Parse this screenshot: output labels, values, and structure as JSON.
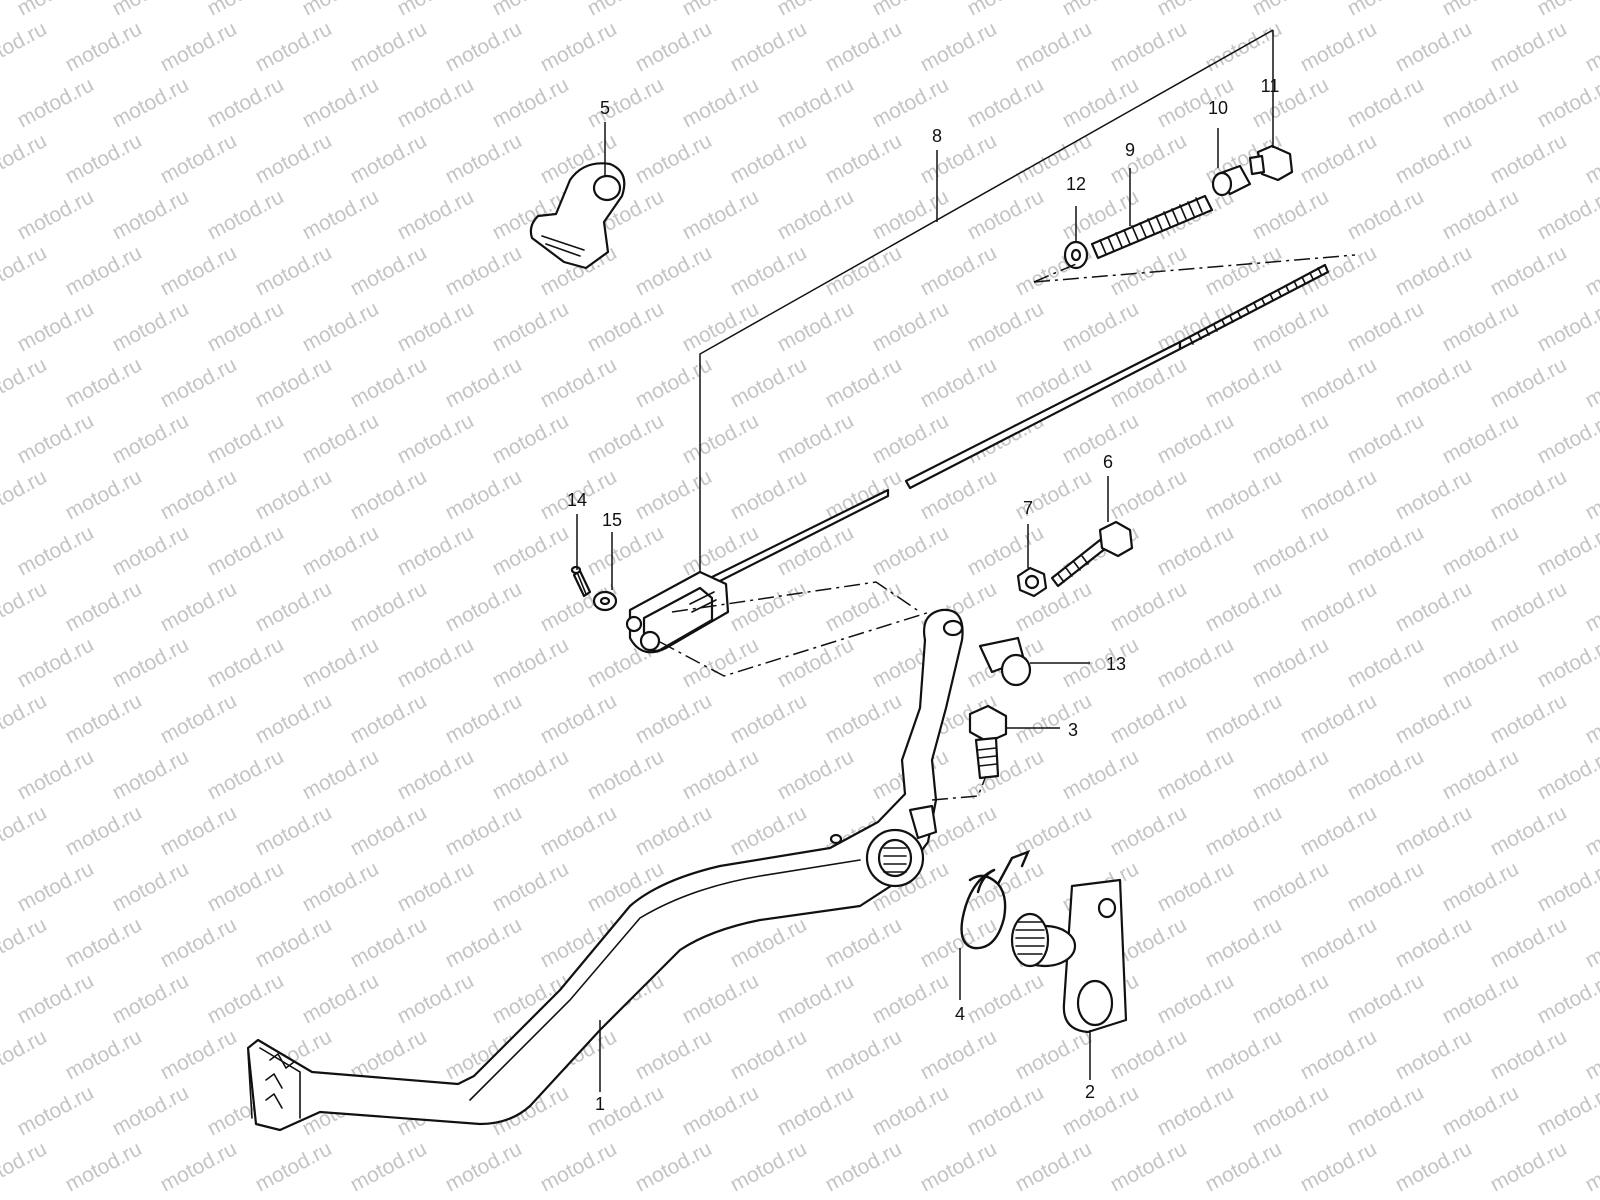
{
  "watermark": {
    "text": "motod.ru",
    "color": "#c4c4c4"
  },
  "callouts": [
    {
      "id": "1",
      "part": "brake-pedal"
    },
    {
      "id": "2",
      "part": "pivot-shaft-plate"
    },
    {
      "id": "3",
      "part": "stopper-bolt"
    },
    {
      "id": "4",
      "part": "return-spring"
    },
    {
      "id": "5",
      "part": "bracket"
    },
    {
      "id": "6",
      "part": "hex-bolt"
    },
    {
      "id": "7",
      "part": "nut"
    },
    {
      "id": "8",
      "part": "brake-rod"
    },
    {
      "id": "9",
      "part": "rod-spring"
    },
    {
      "id": "10",
      "part": "joint-pin"
    },
    {
      "id": "11",
      "part": "adjusting-nut"
    },
    {
      "id": "12",
      "part": "washer"
    },
    {
      "id": "13",
      "part": "clevis-pin"
    },
    {
      "id": "14",
      "part": "cotter-pin"
    },
    {
      "id": "15",
      "part": "small-washer"
    }
  ]
}
